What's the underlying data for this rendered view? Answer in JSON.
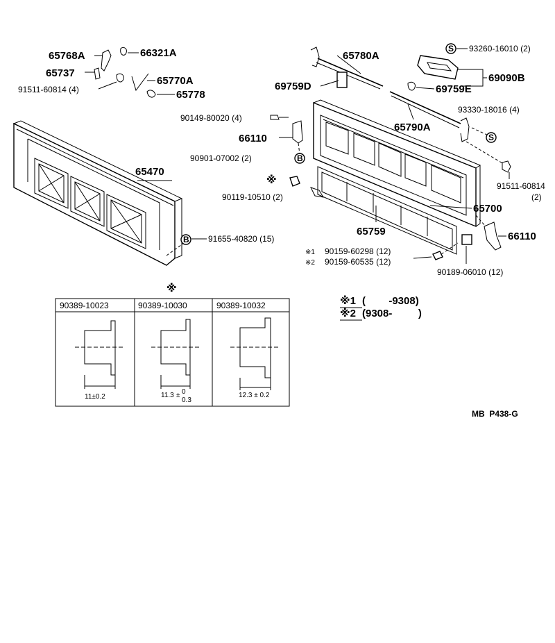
{
  "labels": {
    "p65768A": "65768A",
    "p66321A": "66321A",
    "p65737": "65737",
    "p65770A": "65770A",
    "p91511_60814_a": "91511-60814 (4)",
    "p65778": "65778",
    "p65780A": "65780A",
    "p69759D": "69759D",
    "p69759E": "69759E",
    "p93260": "93260-16010 (2)",
    "p69090B": "69090B",
    "p93330": "93330-18016 (4)",
    "p90149": "90149-80020 (4)",
    "p66110_top": "66110",
    "p65790A": "65790A",
    "p90901": "90901-07002 (2)",
    "p65470": "65470",
    "p90119": "90119-10510 (2)",
    "p91511_60814_b": "91511-60814",
    "p91511_qty": "(2)",
    "p65700": "65700",
    "p65759": "65759",
    "p91655": "91655-40820 (15)",
    "p66110_bot": "66110",
    "p90159_1": "90159-60298 (12)",
    "p90159_2": "90159-60535 (12)",
    "p90189": "90189-06010 (12)",
    "mark1": "※1",
    "mark2": "※2",
    "circleS": "S",
    "circleB": "B",
    "asterisk": "※"
  },
  "legend": {
    "row1_mark": "※1",
    "row1_range": "(        -9308)",
    "row2_mark": "※2",
    "row2_range": "(9308-         )"
  },
  "table": {
    "title_mark": "※",
    "headers": [
      "90389-10023",
      "90389-10030",
      "90389-10032"
    ],
    "dims": [
      "11±0.2",
      "11.3",
      "12.3 ± 0.2"
    ],
    "dim2_upper": "0",
    "dim2_lower": "0.3",
    "dim2_pm": "±"
  },
  "footer": {
    "page_code": "MB  P438-G"
  },
  "colors": {
    "ink": "#000000",
    "paper": "#ffffff"
  }
}
